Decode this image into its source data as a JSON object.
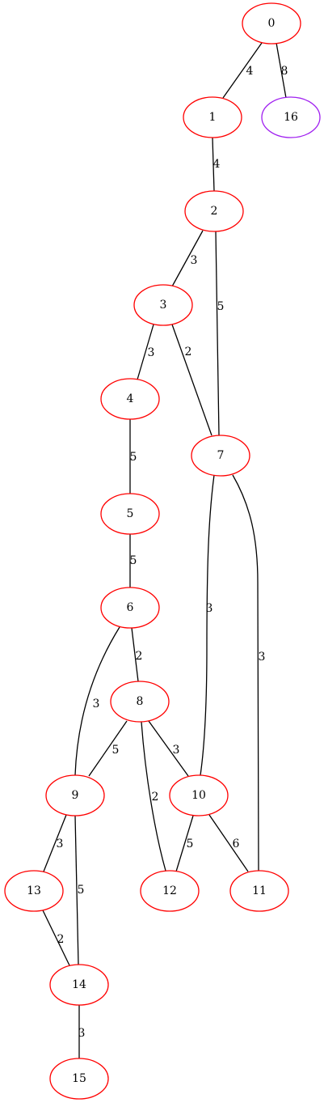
{
  "colors": {
    "node_default": "#ff0000",
    "node_highlight": "#a020f0",
    "edge": "#000000",
    "text": "#000000",
    "background": "#ffffff"
  },
  "nodes": [
    {
      "id": "0",
      "label": "0",
      "highlight": false
    },
    {
      "id": "1",
      "label": "1",
      "highlight": false
    },
    {
      "id": "16",
      "label": "16",
      "highlight": true
    },
    {
      "id": "2",
      "label": "2",
      "highlight": false
    },
    {
      "id": "3",
      "label": "3",
      "highlight": false
    },
    {
      "id": "4",
      "label": "4",
      "highlight": false
    },
    {
      "id": "7",
      "label": "7",
      "highlight": false
    },
    {
      "id": "5",
      "label": "5",
      "highlight": false
    },
    {
      "id": "6",
      "label": "6",
      "highlight": false
    },
    {
      "id": "8",
      "label": "8",
      "highlight": false
    },
    {
      "id": "9",
      "label": "9",
      "highlight": false
    },
    {
      "id": "10",
      "label": "10",
      "highlight": false
    },
    {
      "id": "13",
      "label": "13",
      "highlight": false
    },
    {
      "id": "12",
      "label": "12",
      "highlight": false
    },
    {
      "id": "11",
      "label": "11",
      "highlight": false
    },
    {
      "id": "14",
      "label": "14",
      "highlight": false
    },
    {
      "id": "15",
      "label": "15",
      "highlight": false
    }
  ],
  "edges": [
    {
      "from": "0",
      "to": "1",
      "weight": "4"
    },
    {
      "from": "0",
      "to": "16",
      "weight": "8"
    },
    {
      "from": "1",
      "to": "2",
      "weight": "4"
    },
    {
      "from": "2",
      "to": "3",
      "weight": "3"
    },
    {
      "from": "2",
      "to": "7",
      "weight": "5"
    },
    {
      "from": "3",
      "to": "4",
      "weight": "3"
    },
    {
      "from": "3",
      "to": "7",
      "weight": "2"
    },
    {
      "from": "4",
      "to": "5",
      "weight": "5"
    },
    {
      "from": "5",
      "to": "6",
      "weight": "5"
    },
    {
      "from": "6",
      "to": "8",
      "weight": "2"
    },
    {
      "from": "6",
      "to": "9",
      "weight": "3"
    },
    {
      "from": "7",
      "to": "10",
      "weight": "3"
    },
    {
      "from": "7",
      "to": "11",
      "weight": "3"
    },
    {
      "from": "8",
      "to": "9",
      "weight": "5"
    },
    {
      "from": "8",
      "to": "10",
      "weight": "3"
    },
    {
      "from": "8",
      "to": "12",
      "weight": "2"
    },
    {
      "from": "9",
      "to": "13",
      "weight": "3"
    },
    {
      "from": "9",
      "to": "14",
      "weight": "5"
    },
    {
      "from": "10",
      "to": "12",
      "weight": "5"
    },
    {
      "from": "10",
      "to": "11",
      "weight": "6"
    },
    {
      "from": "13",
      "to": "14",
      "weight": "2"
    },
    {
      "from": "14",
      "to": "15",
      "weight": "3"
    }
  ]
}
